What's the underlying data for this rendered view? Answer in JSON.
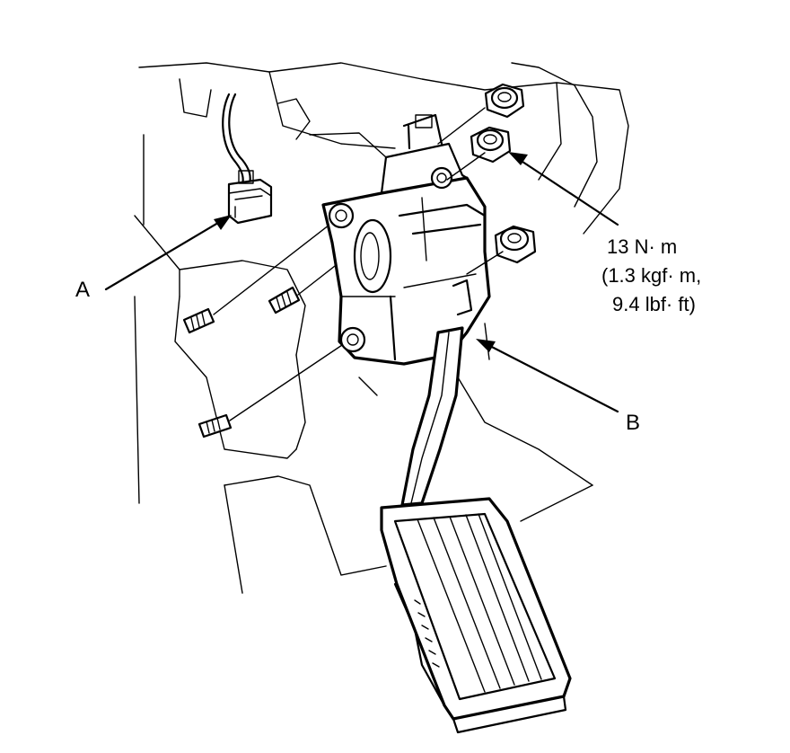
{
  "callouts": {
    "a": "A",
    "b": "B"
  },
  "torque_spec": {
    "line1": "13 N· m",
    "line2": "(1.3 kgf· m,",
    "line3": "9.4 lbf· ft)"
  },
  "colors": {
    "line": "#000000",
    "background": "#ffffff"
  }
}
